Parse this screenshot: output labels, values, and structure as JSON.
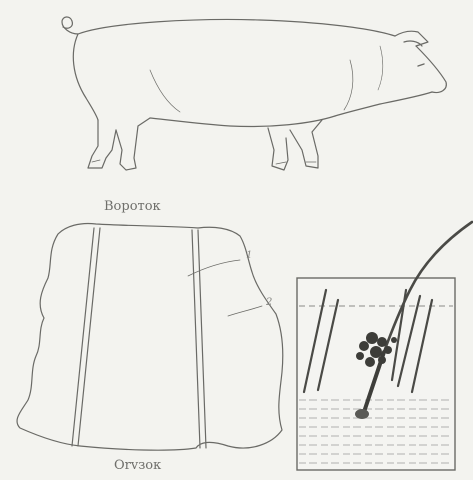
{
  "captions": {
    "top": "Вороток",
    "bottom": "Orvзок"
  },
  "numbers": {
    "one": "1",
    "two": "2"
  }
}
